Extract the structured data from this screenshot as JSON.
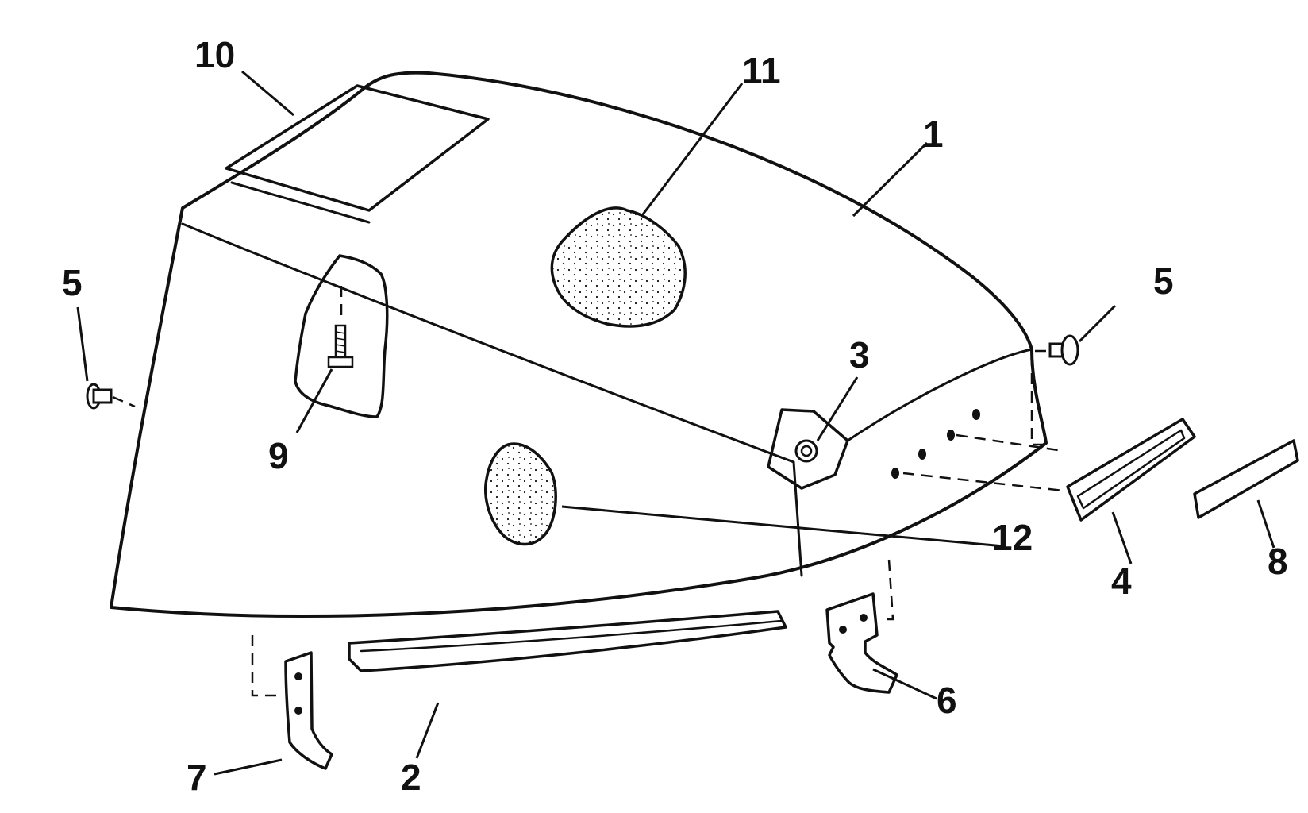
{
  "callouts": {
    "c1": "1",
    "c2": "2",
    "c3": "3",
    "c4": "4",
    "c5_left": "5",
    "c5_right": "5",
    "c6": "6",
    "c7": "7",
    "c8": "8",
    "c9": "9",
    "c10": "10",
    "c11": "11",
    "c12": "12"
  },
  "colors": {
    "line": "#111111",
    "background": "#ffffff",
    "stipple_fill": "#ffffff"
  }
}
